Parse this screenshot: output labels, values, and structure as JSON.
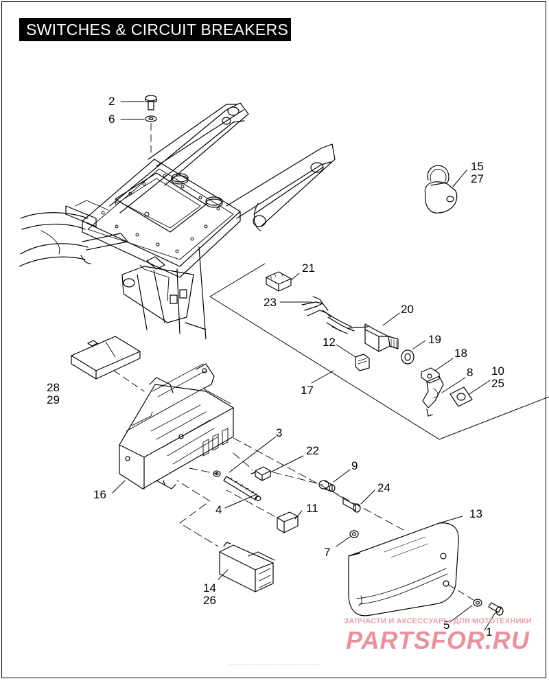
{
  "title": "SWITCHES & CIRCUIT BREAKERS",
  "callouts": {
    "c1": "1",
    "c2": "2",
    "c3": "3",
    "c4": "4",
    "c5": "5",
    "c6": "6",
    "c7": "7",
    "c8": "8",
    "c9": "9",
    "c10_25": "10\n25",
    "c11": "11",
    "c12": "12",
    "c13": "13",
    "c14_26": "14\n26",
    "c15_27": "15\n27",
    "c16": "16",
    "c17": "17",
    "c18": "18",
    "c19": "19",
    "c20": "20",
    "c21": "21",
    "c22": "22",
    "c23": "23",
    "c24": "24",
    "c28_29": "28\n29"
  },
  "watermark": {
    "line1": "ЗАПЧАСТИ И АКСЕССУАРЫ ДЛЯ МОТОТЕХНИКИ",
    "line2": "PARTSFOR.RU"
  }
}
